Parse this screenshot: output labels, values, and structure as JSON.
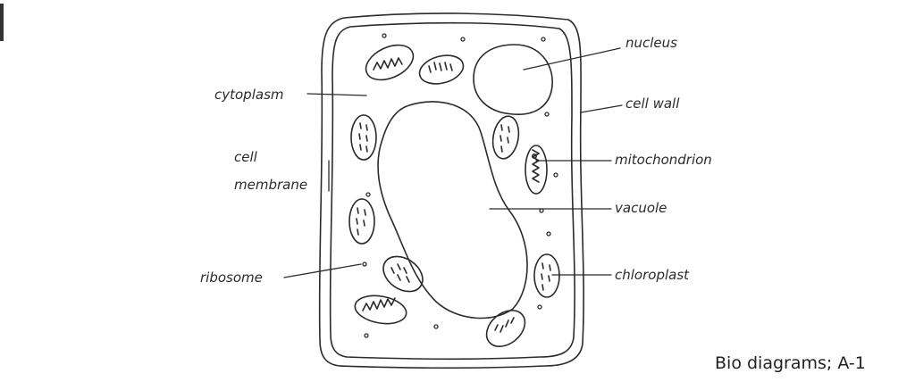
{
  "labels": {
    "nucleus": "nucleus",
    "cytoplasm": "cytoplasm",
    "cell_wall": "cell wall",
    "cell": "cell",
    "membrane": "membrane",
    "mitochondrion": "mitochondrion",
    "vacuole": "vacuole",
    "ribosome": "ribosome",
    "chloroplast": "chloroplast"
  },
  "caption": "Bio diagrams; A-1",
  "colors": {
    "ink": "#2b2b2b",
    "paper": "#ffffff"
  }
}
